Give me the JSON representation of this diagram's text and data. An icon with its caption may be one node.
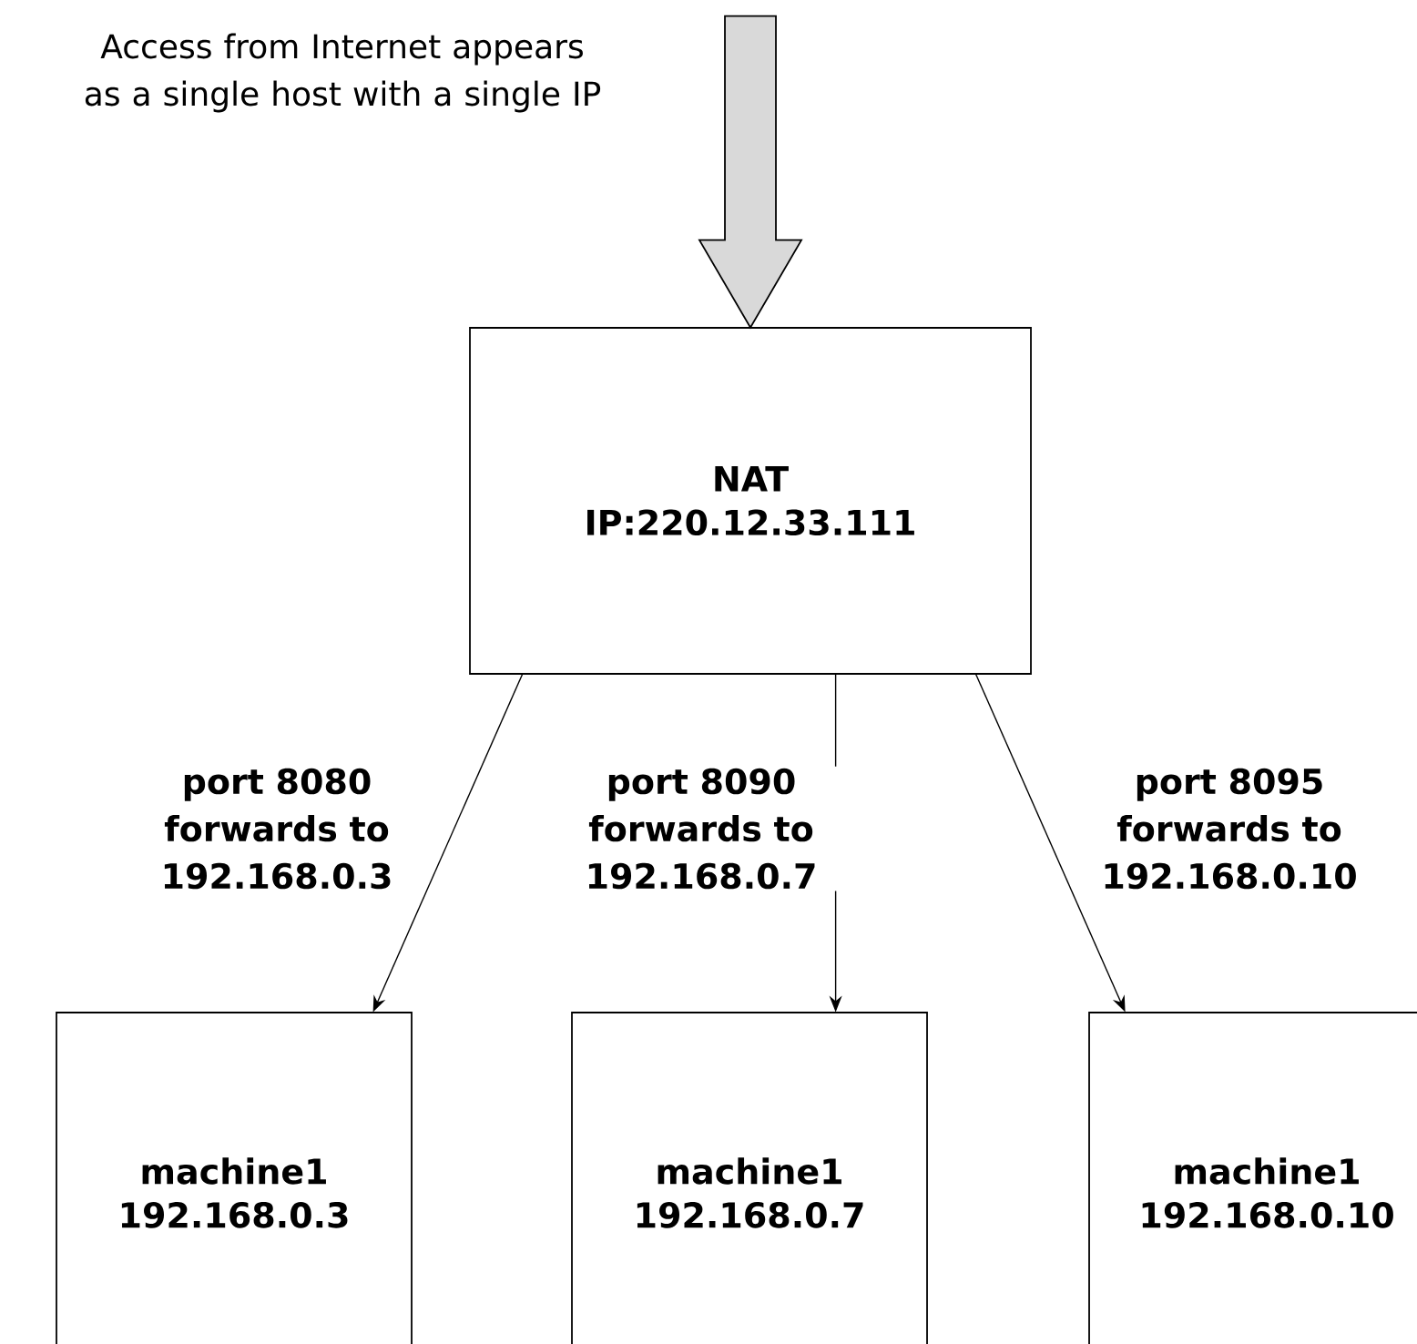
{
  "diagram": {
    "nodes": [
      {
        "text": [
          "NAT",
          "IP:220.12.33.111"
        ]
      },
      {
        "text": [
          "machine1",
          "192.168.0.3"
        ]
      },
      {
        "text": [
          "machine1",
          "192.168.0.7"
        ]
      },
      {
        "text": [
          "machine1",
          "192.168.0.10"
        ]
      }
    ],
    "edges": [
      {
        "from": null,
        "to": 0,
        "arrow": "to",
        "style": "thick"
      },
      {
        "from": 0,
        "to": 1,
        "arrow": "to",
        "label": "port 8080 forwards to 192.168.0.3"
      },
      {
        "from": 0,
        "to": 2,
        "arrow": "to",
        "label": "port 8090 forwards to 192.168.0.7"
      },
      {
        "from": 0,
        "to": 3,
        "arrow": "to",
        "label": "port 8095 forwards to 192.168.0.10"
      }
    ],
    "labels": [
      "Access from Internet appears as a single host with a single IP"
    ]
  }
}
